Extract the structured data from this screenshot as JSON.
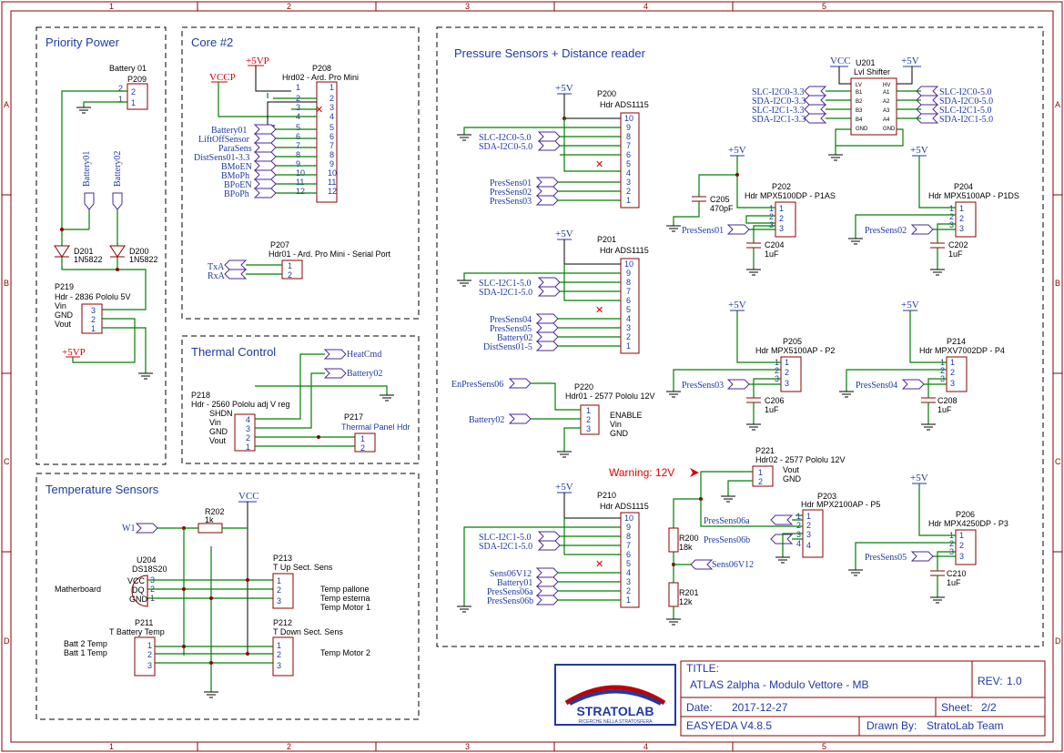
{
  "sections": {
    "priority": "Priority Power",
    "core": "Core #2",
    "pressure": "Pressure Sensors + Distance reader",
    "thermal": "Thermal Control",
    "temperature": "Temperature Sensors"
  },
  "frame": {
    "cols": [
      "1",
      "2",
      "3",
      "4",
      "5"
    ],
    "rows": [
      "A",
      "B",
      "C",
      "D"
    ]
  },
  "parts": {
    "p209_ref": "P209",
    "p209_name": "Battery 01",
    "batt01": "Battery01",
    "batt02": "Battery02",
    "d201": "D201",
    "d201_val": "1N5822",
    "d200": "D200",
    "d200_val": "1N5822",
    "p219": "P219",
    "p219_name": "Hdr - 2836 Pololu 5V",
    "vin": "Vin",
    "gnd": "GND",
    "vout": "Vout",
    "p5v": "+5VP",
    "p208": "P208",
    "p208_name": "Hrd02 - Ard. Pro Mini",
    "vccp": "VCCP",
    "p208_nets": [
      "Battery01",
      "LiftOffSensor",
      "ParaSens",
      "DistSens01-3.3",
      "BMoEN",
      "BMoPh",
      "BPoEN",
      "BPoPh"
    ],
    "p207": "P207",
    "p207_name": "Hdr01 - Ard. Pro Mini - Serial Port",
    "txa": "TxA",
    "rxa": "RxA",
    "heatcmd": "HeatCmd",
    "p218": "P218",
    "p218_name": "Hdr - 2560 Pololu adj V reg",
    "shdn": "SHDN",
    "p217": "P217",
    "p217_name": "Thermal Panel Hdr",
    "p200": "P200",
    "p200_name": "Hdr ADS1115",
    "p201": "P201",
    "p201_name": "Hdr ADS1115",
    "p210": "P210",
    "p210_name": "Hdr ADS1115",
    "plus5v": "+5V",
    "vcc": "VCC",
    "slc0": "SLC-I2C0-5.0",
    "sda0": "SDA-I2C0-5.0",
    "slc1": "SLC-I2C1-5.0",
    "sda1": "SDA-I2C1-5.0",
    "slc03": "SLC-I2C0-3.3",
    "sda03": "SDA-I2C0-3.3",
    "slc13": "SLC-I2C1-3.3",
    "sda13": "SDA-I2C1-3.3",
    "ps01": "PresSens01",
    "ps02": "PresSens02",
    "ps03": "PresSens03",
    "ps04": "PresSens04",
    "ps05": "PresSens05",
    "ps06a": "PresSens06a",
    "ps06b": "PresSens06b",
    "s06v12": "Sens06V12",
    "battery02": "Battery02",
    "battery01": "Battery01",
    "dist15": "DistSens01-5",
    "enps06": "EnPresSens06",
    "p220": "P220",
    "p220_name": "Hdr01 - 2577 Pololu 12V",
    "enable": "ENABLE",
    "u201": "U201",
    "u201_name": "Lvl Shifter",
    "u201_l": [
      "LV",
      "B1",
      "B2",
      "B3",
      "B4",
      "GND"
    ],
    "u201_r": [
      "HV",
      "A1",
      "A2",
      "A3",
      "A4",
      "GND"
    ],
    "p202": "P202",
    "p202_name": "Hdr MPX5100DP - P1AS",
    "p204": "P204",
    "p204_name": "Hdr MPX5100AP - P1DS",
    "p205": "P205",
    "p205_name": "Hdr MPX5100AP - P2",
    "p214": "P214",
    "p214_name": "Hdr MPXV7002DP - P4",
    "p203": "P203",
    "p203_name": "Hdr MPX2100AP - P5",
    "p206": "P206",
    "p206_name": "Hdr MPX4250DP - P3",
    "p221": "P221",
    "p221_name": "Hdr02 - 2577 Pololu 12V",
    "c205": "C205",
    "c205_val": "470pF",
    "c204": "C204",
    "c202": "C202",
    "c206": "C206",
    "c208": "C208",
    "c210": "C210",
    "cval": "1uF",
    "r200": "R200",
    "r200_val": "18k",
    "r201": "R201",
    "r201_val": "12k",
    "warning": "Warning: 12V",
    "w1": "W1",
    "r202": "R202",
    "r202_val": "1k",
    "u204": "U204",
    "u204_name": "DS18S20",
    "matherboard": "Matherboard",
    "dq": "DQ",
    "p213": "P213",
    "p213_name": "T Up Sect. Sens",
    "p212": "P212",
    "p212_name": "T Down Sect. Sens",
    "p211": "P211",
    "p211_name": "T Battery Temp",
    "t_pallone": "Temp pallone",
    "t_esterna": "Temp esterna",
    "t_motor1": "Temp Motor 1",
    "t_motor2": "Temp Motor 2",
    "batt2temp": "Batt 2 Temp",
    "batt1temp": "Batt 1 Temp"
  },
  "logo": {
    "brand": "STRATOLAB",
    "tagline": "RICERCHE NELLA STRATOSFERA"
  },
  "titleblock": {
    "title_label": "TITLE:",
    "title": "ATLAS 2alpha - Modulo Vettore - MB",
    "rev_label": "REV:",
    "rev": "1.0",
    "date_label": "Date:",
    "date": "2017-12-27",
    "sheet_label": "Sheet:",
    "sheet": "2/2",
    "tool": "EASYEDA V4.8.5",
    "drawn_label": "Drawn By:",
    "drawn": "StratoLab Team"
  }
}
